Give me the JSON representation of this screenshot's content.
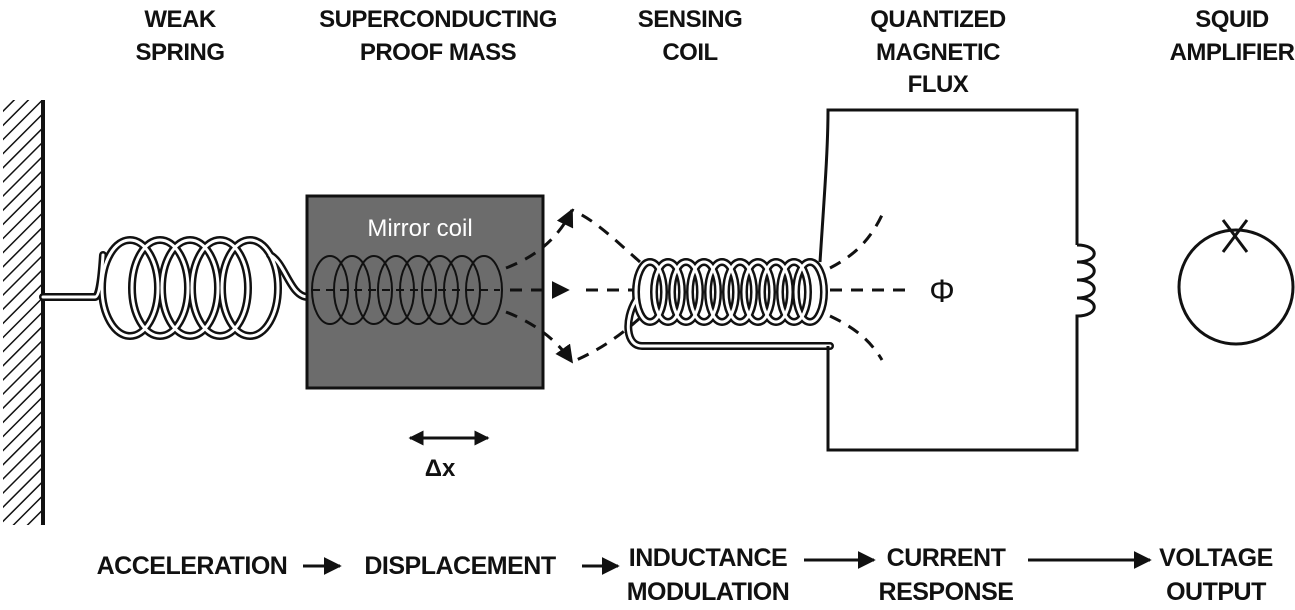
{
  "headers": {
    "spring": [
      "WEAK",
      "SPRING"
    ],
    "mass": [
      "SUPERCONDUCTING",
      "PROOF MASS"
    ],
    "coil": [
      "SENSING",
      "COIL"
    ],
    "flux": [
      "QUANTIZED",
      "MAGNETIC",
      "FLUX"
    ],
    "squid": [
      "SQUID",
      "AMPLIFIER"
    ]
  },
  "mirror_coil_label": "Mirror coil",
  "flux_symbol": "Φ",
  "displacement_symbol": "Δx",
  "flow": {
    "acceleration": [
      "ACCELERATION"
    ],
    "displacement": [
      "DISPLACEMENT"
    ],
    "inductance": [
      "INDUCTANCE",
      "MODULATION"
    ],
    "current": [
      "CURRENT",
      "RESPONSE"
    ],
    "voltage": [
      "VOLTAGE",
      "OUTPUT"
    ]
  },
  "colors": {
    "proof_mass": "#6c6c6c",
    "ink": "#111111"
  }
}
